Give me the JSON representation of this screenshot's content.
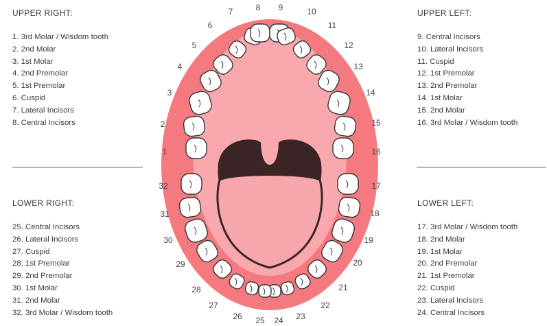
{
  "upper_right": {
    "title": "UPPER RIGHT:",
    "items": [
      "1. 3rd Molar / Wisdom tooth",
      "2. 2nd Molar",
      "3. 1st Molar",
      "4. 2nd Premolar",
      "5. 1st Premolar",
      "6. Cuspid",
      "7. Lateral Incisors",
      "8. Central Incisors"
    ]
  },
  "upper_left": {
    "title": "UPPER LEFT:",
    "items": [
      "9. Central Incisors",
      "10. Lateral Incisors",
      "11. Cuspid",
      "12. 1st Premolar",
      "13. 2nd Premolar",
      "14. 1st Molar",
      "15. 2nd Molar",
      "16. 3rd Molar / Wisdom tooth"
    ]
  },
  "lower_right": {
    "title": "LOWER RIGHT:",
    "items": [
      "25. Central Incisors",
      "26. Lateral Incisors",
      "27. Cuspid",
      "28. 1st Premolar",
      "29. 2nd Premolar",
      "30. 1st Molar",
      "31. 2nd Molar",
      "32. 3rd Molar / Wisdom tooth"
    ]
  },
  "lower_left": {
    "title": "LOWER LEFT:",
    "items": [
      "17. 3rd Molar / Wisdom tooth",
      "18. 2nd Molar",
      "19. 1st Molar",
      "20. 2nd Premolar",
      "21. 1st Premolar",
      "22. Cuspid",
      "23. Lateral Incisors",
      "24. Central Incisors"
    ]
  },
  "tooth_numbers": [
    "1",
    "2",
    "3",
    "4",
    "5",
    "6",
    "7",
    "8",
    "9",
    "10",
    "11",
    "12",
    "13",
    "14",
    "15",
    "16",
    "17",
    "18",
    "19",
    "20",
    "21",
    "22",
    "23",
    "24",
    "25",
    "26",
    "27",
    "28",
    "29",
    "30",
    "31",
    "32"
  ],
  "colors": {
    "gum": "#f47a80",
    "palate": "#f9a9ad",
    "tongue": "#f7a7ab",
    "throat": "#3a2426",
    "tooth": "#ffffff",
    "tooth_outline": "#333333"
  }
}
